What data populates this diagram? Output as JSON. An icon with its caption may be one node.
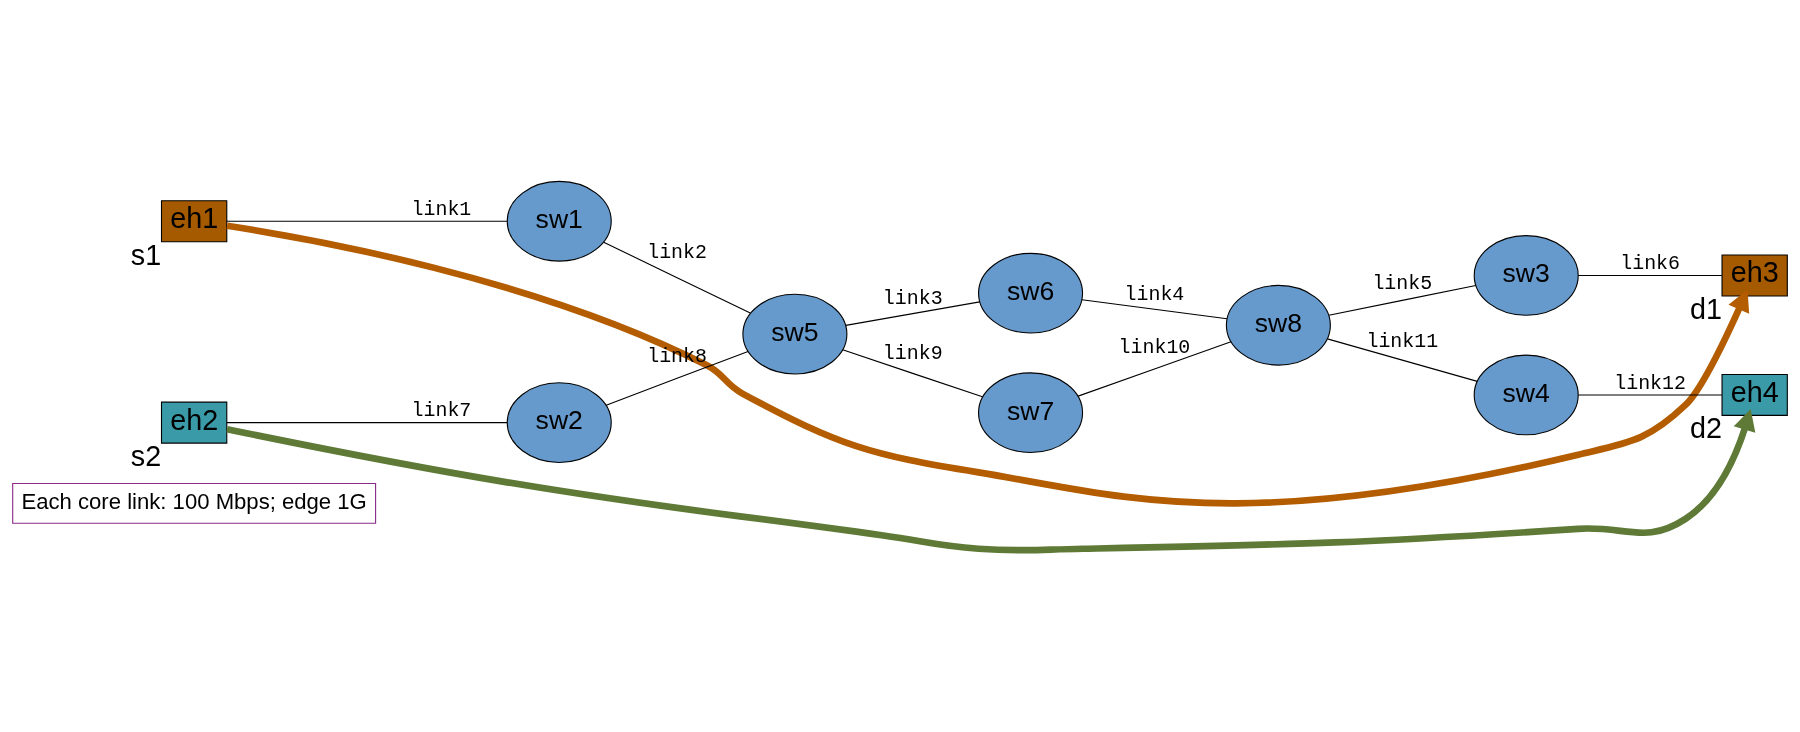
{
  "diagram": {
    "nodes": [
      {
        "text": [
          "Each core link: 100 Mbps; edge 1G"
        ]
      },
      {
        "text": [
          "eh1"
        ],
        "beside": [
          "s1"
        ]
      },
      {
        "text": [
          "sw1"
        ]
      },
      {
        "text": [
          "sw3"
        ]
      },
      {
        "text": [
          "eh3"
        ],
        "beside": [
          "d1"
        ]
      },
      {
        "text": [
          "sw6"
        ]
      },
      {
        "text": [
          "sw5"
        ]
      },
      {
        "text": [
          "sw8"
        ]
      },
      {
        "text": [
          "sw7"
        ]
      },
      {
        "text": [
          "eh2"
        ],
        "beside": [
          "s2"
        ]
      },
      {
        "text": [
          "sw2"
        ]
      },
      {
        "text": [
          "sw4"
        ]
      },
      {
        "text": [
          "eh4"
        ],
        "beside": [
          "d2"
        ]
      }
    ],
    "edges": [
      {
        "from": 1,
        "to": 2,
        "arrow": "none",
        "label": "link1"
      },
      {
        "from": 2,
        "to": 6,
        "arrow": "none",
        "label": "link2"
      },
      {
        "from": 6,
        "to": 5,
        "arrow": "none",
        "label": "link3"
      },
      {
        "from": 5,
        "to": 7,
        "arrow": "none",
        "label": "link4"
      },
      {
        "from": 7,
        "to": 3,
        "arrow": "none",
        "label": "link5"
      },
      {
        "from": 3,
        "to": 4,
        "arrow": "none",
        "label": "link6"
      },
      {
        "from": 9,
        "to": 10,
        "arrow": "none",
        "label": "link7"
      },
      {
        "from": 10,
        "to": 6,
        "arrow": "none",
        "label": "link8"
      },
      {
        "from": 6,
        "to": 8,
        "arrow": "none",
        "label": "link9"
      },
      {
        "from": 8,
        "to": 7,
        "arrow": "none",
        "label": "link10"
      },
      {
        "from": 7,
        "to": 11,
        "arrow": "none",
        "label": "link11"
      },
      {
        "from": 11,
        "to": 12,
        "arrow": "none",
        "label": "link12"
      },
      {
        "from": 1,
        "to": 4,
        "arrow": "to",
        "style": "thick",
        "color": "#b35c00"
      },
      {
        "from": 9,
        "to": 12,
        "arrow": "to",
        "style": "thick",
        "color": "#5e7a36"
      }
    ]
  }
}
